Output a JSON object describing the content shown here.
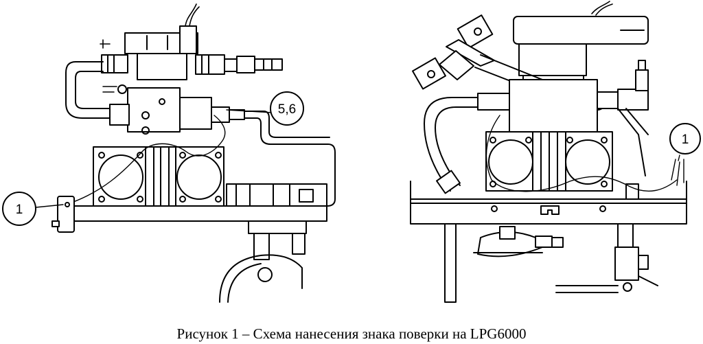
{
  "caption": "Рисунок  1 – Схема нанесения знака поверки на LPG6000",
  "callouts": {
    "left_seal": "1",
    "left_part": "5,6",
    "right_seal": "1"
  },
  "colors": {
    "line": "#000000",
    "paper": "#ffffff"
  }
}
